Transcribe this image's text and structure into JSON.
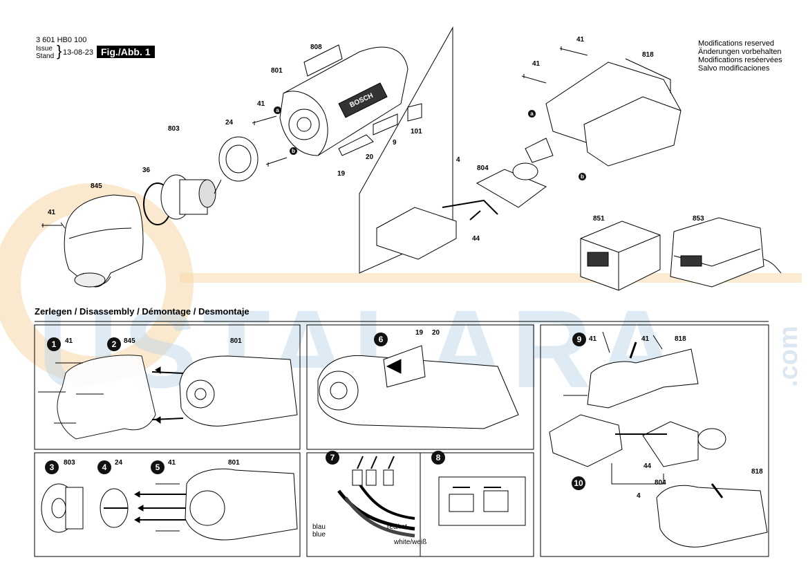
{
  "header": {
    "part_number": "3 601 HB0 100",
    "issue_label": "Issue",
    "stand_label": "Stand",
    "date": "13-08-23",
    "figure_label": "Fig./Abb. 1"
  },
  "modifications": [
    "Modifications reserved",
    "Änderungen vorbehalten",
    "Modifications reséervées",
    "Salvo modificaciones"
  ],
  "watermark": {
    "main": "USTALARA",
    "suffix": ".com",
    "color": "#f3c27a",
    "color2": "#b8d3ea"
  },
  "section_title": "Zerlegen / Disassembly / Démontage / Desmontaje",
  "part_labels": {
    "p808": "808",
    "p801": "801",
    "p41a": "41",
    "p803": "803",
    "p24": "24",
    "p36": "36",
    "p845": "845",
    "p41b": "41",
    "p9": "9",
    "p101": "101",
    "p20": "20",
    "p19": "19",
    "p4": "4",
    "p804": "804",
    "p44": "44",
    "p41c": "41",
    "p41d": "41",
    "p818": "818",
    "p851": "851",
    "p853": "853"
  },
  "callouts": {
    "a": "a",
    "b": "b"
  },
  "steps": {
    "s1": {
      "num": "1",
      "part": "41"
    },
    "s2": {
      "num": "2",
      "part": "845"
    },
    "s2b": {
      "part": "801"
    },
    "s3": {
      "num": "3",
      "part": "803"
    },
    "s4": {
      "num": "4",
      "part": "24"
    },
    "s5": {
      "num": "5",
      "part": "41"
    },
    "s5b": {
      "part": "801"
    },
    "s6": {
      "num": "6",
      "part19": "19",
      "part20": "20"
    },
    "s7": {
      "num": "7"
    },
    "s8": {
      "num": "8"
    },
    "s9": {
      "num": "9",
      "part41a": "41",
      "part41b": "41",
      "part818": "818"
    },
    "s10": {
      "num": "10",
      "part44": "44",
      "part804": "804",
      "part4": "4",
      "part818": "818"
    }
  },
  "wire_labels": {
    "blau": "blau",
    "blue": "blue",
    "red": "red/rot",
    "white": "white/weiß"
  },
  "logo": "BOSCH"
}
